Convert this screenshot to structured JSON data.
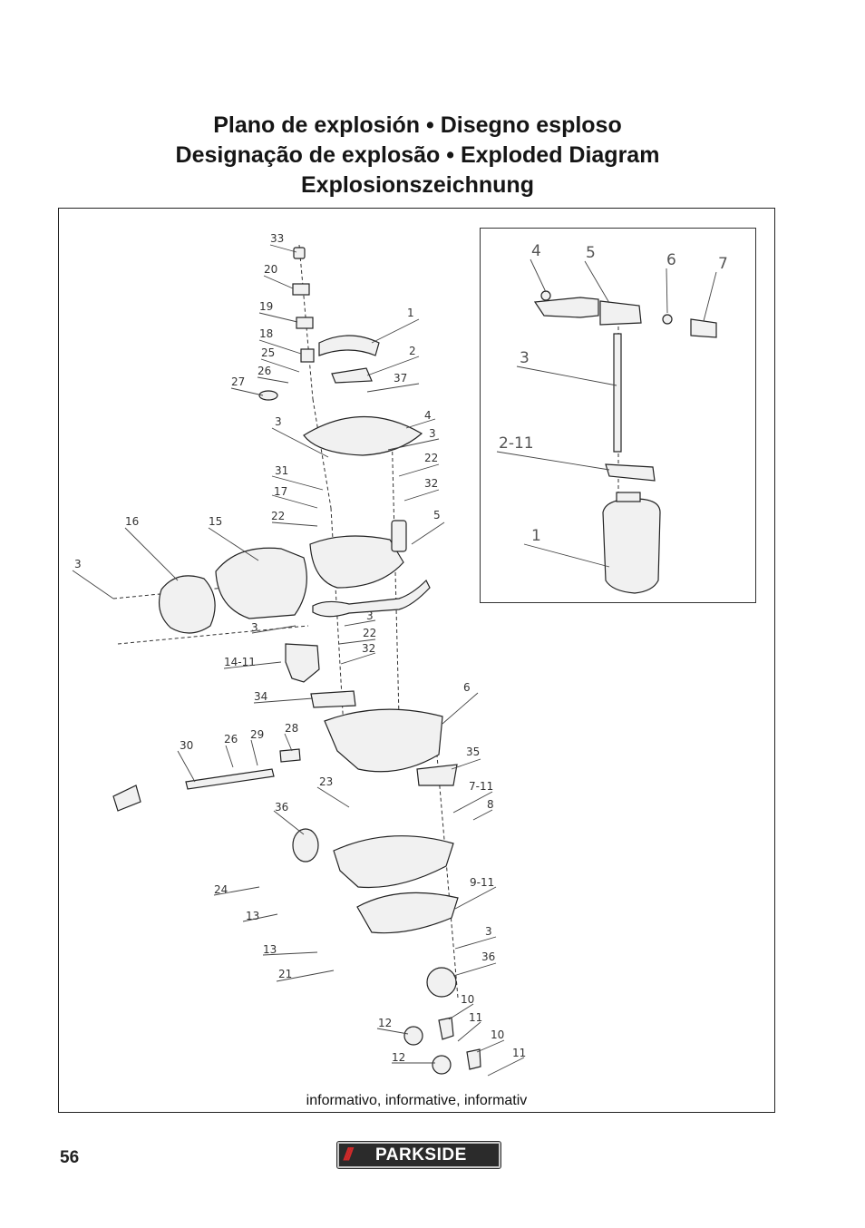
{
  "header": {
    "title_line1": "Plano de explosión • Disegno esploso",
    "title_line2": "Designação de explosão • Exploded Diagram",
    "title_line3": "Explosionszeichnung"
  },
  "diagram": {
    "main_labels": [
      "33",
      "20",
      "19",
      "18",
      "25",
      "26",
      "27",
      "1",
      "2",
      "37",
      "3",
      "4",
      "3",
      "22",
      "31",
      "17",
      "22",
      "32",
      "5",
      "16",
      "15",
      "3",
      "3",
      "22",
      "32",
      "3",
      "14-11",
      "34",
      "6",
      "28",
      "29",
      "26",
      "30",
      "35",
      "23",
      "7-11",
      "8",
      "36",
      "24",
      "9-11",
      "13",
      "13",
      "3",
      "36",
      "21",
      "10",
      "11",
      "12",
      "10",
      "11",
      "12"
    ],
    "inset_labels": [
      "4",
      "5",
      "6",
      "7",
      "3",
      "2-11",
      "1"
    ]
  },
  "footer": {
    "note": "informativo, informative, informativ",
    "page_number": "56",
    "logo_slashes": "///",
    "logo_brand": "PARKSIDE"
  }
}
